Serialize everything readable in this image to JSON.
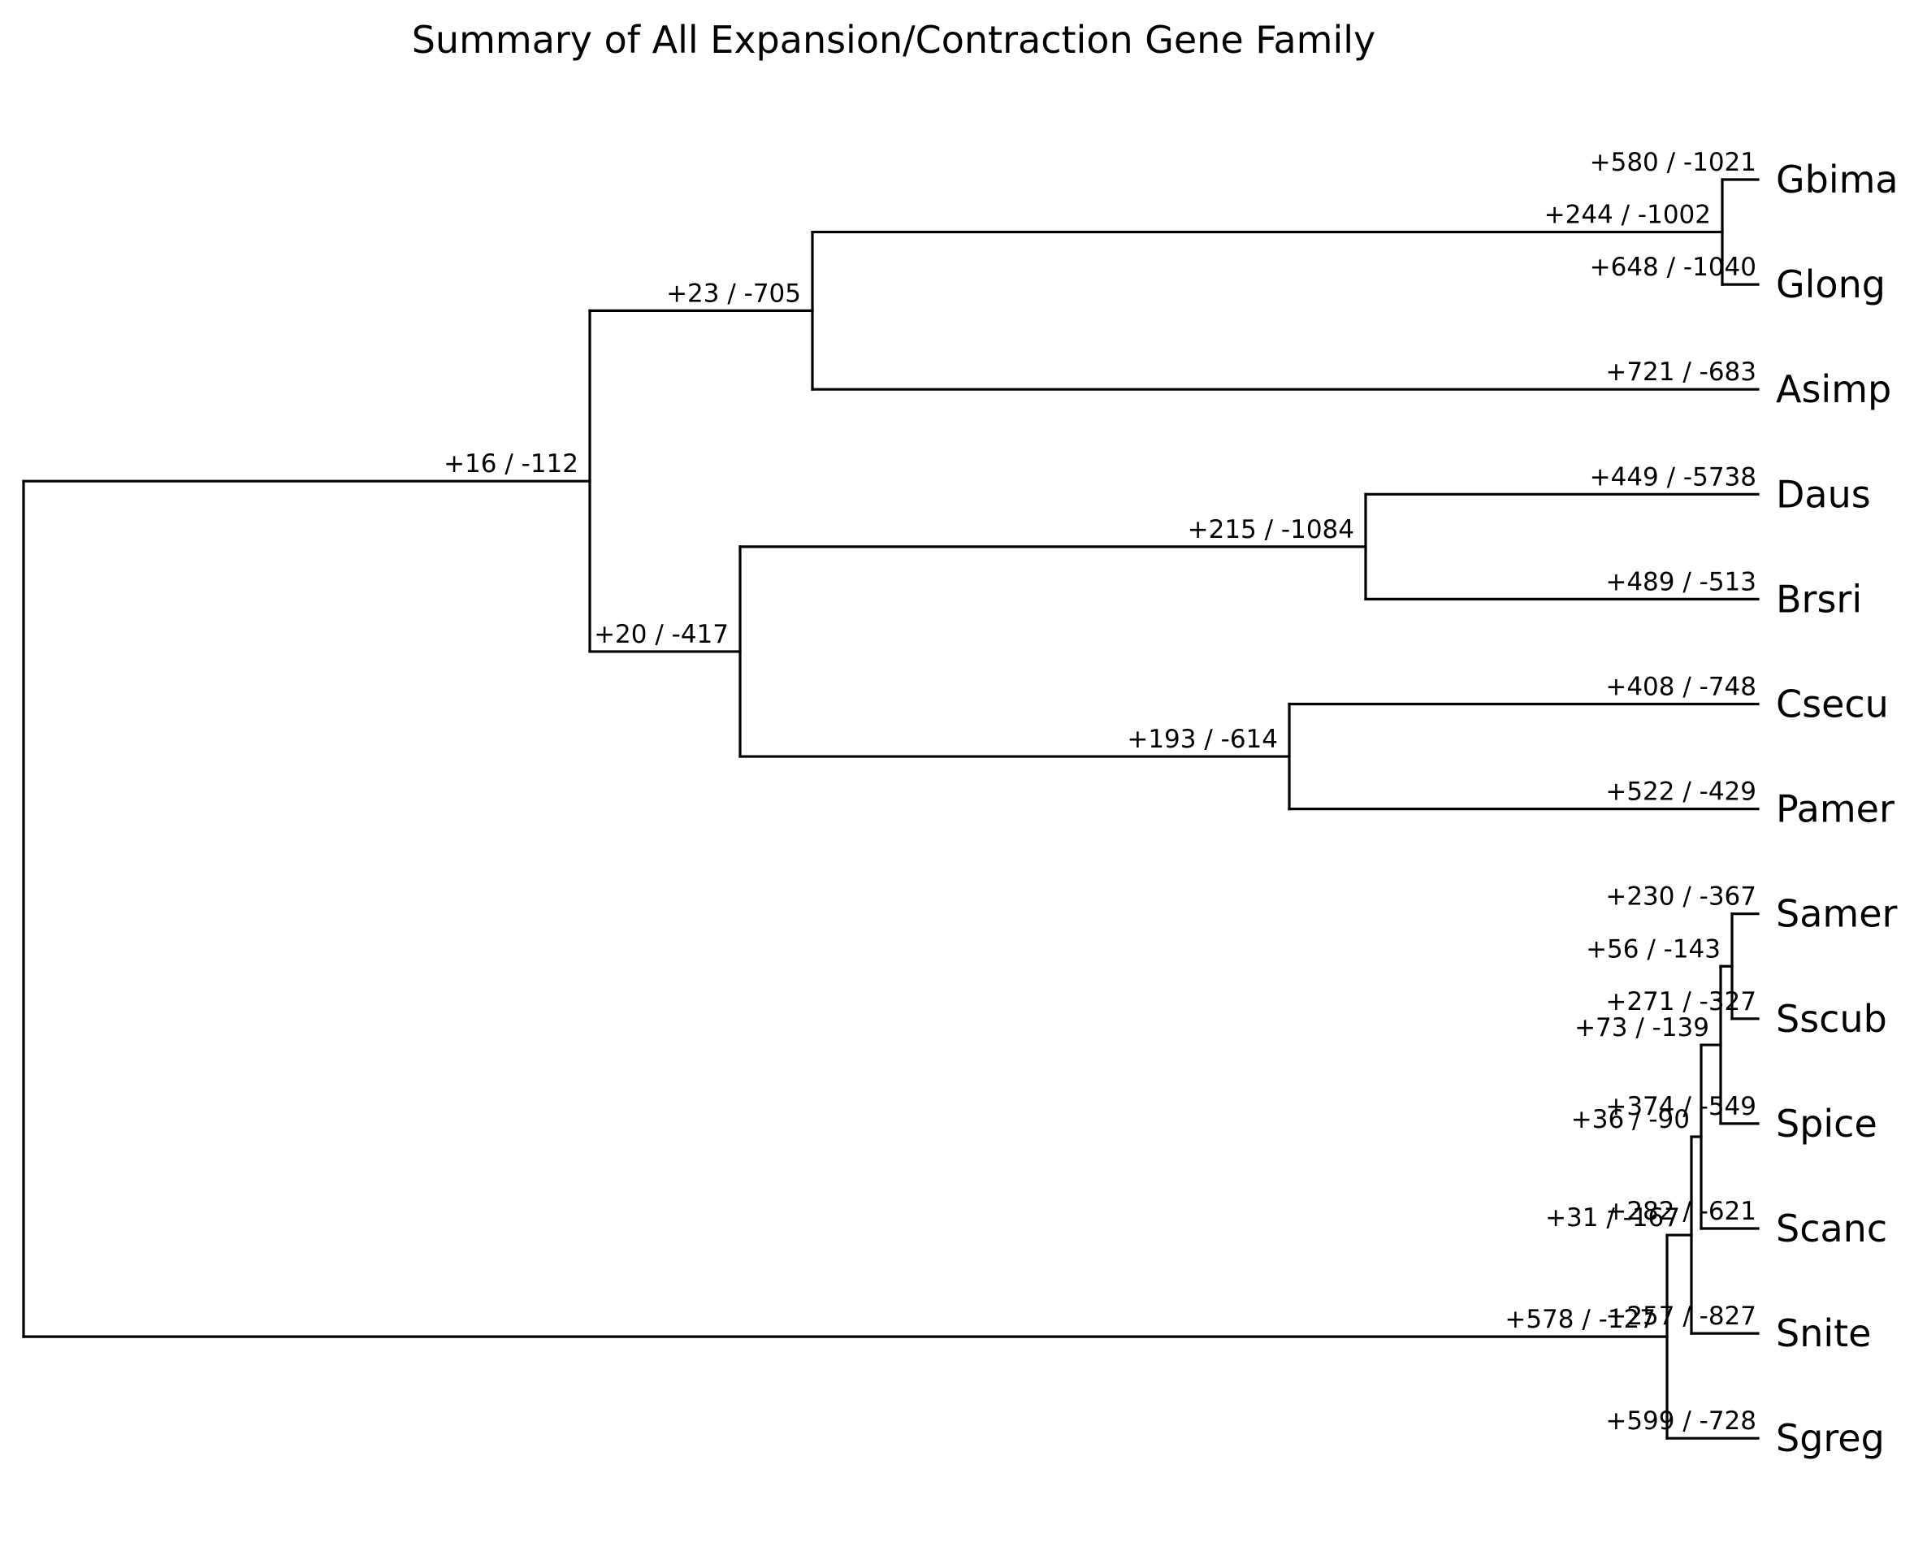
{
  "title": "Summary of All Expansion/Contraction Gene Family",
  "colors": {
    "line": "#000000",
    "text": "#000000",
    "background": "#ffffff"
  },
  "tree": {
    "tips": [
      {
        "id": "gbima",
        "name": "Gbima",
        "label": "+580 / -1021"
      },
      {
        "id": "glong",
        "name": "Glong",
        "label": "+648 / -1040"
      },
      {
        "id": "asimp",
        "name": "Asimp",
        "label": "+721 / -683"
      },
      {
        "id": "daus",
        "name": "Daus",
        "label": "+449 / -5738"
      },
      {
        "id": "brsri",
        "name": "Brsri",
        "label": "+489 / -513"
      },
      {
        "id": "csecu",
        "name": "Csecu",
        "label": "+408 / -748"
      },
      {
        "id": "pamer",
        "name": "Pamer",
        "label": "+522 / -429"
      },
      {
        "id": "samer",
        "name": "Samer",
        "label": "+230 / -367"
      },
      {
        "id": "sscub",
        "name": "Sscub",
        "label": "+271 / -327"
      },
      {
        "id": "spice",
        "name": "Spice",
        "label": "+374 / -549"
      },
      {
        "id": "scanc",
        "name": "Scanc",
        "label": "+282 / -621"
      },
      {
        "id": "snite",
        "name": "Snite",
        "label": "+257 / -827"
      },
      {
        "id": "sgreg",
        "name": "Sgreg",
        "label": "+599 / -728"
      }
    ],
    "internal": [
      {
        "id": "n-gbima-glong",
        "label": "+244 / -1002"
      },
      {
        "id": "n-gbima-asimp",
        "label": "+23 / -705"
      },
      {
        "id": "n-daus-brsri",
        "label": "+215 / -1084"
      },
      {
        "id": "n-csecu-pamer",
        "label": "+193 / -614"
      },
      {
        "id": "n-daus-pamer",
        "label": "+20 / -417"
      },
      {
        "id": "n-gbima-pamer",
        "label": "+16 / -112"
      },
      {
        "id": "n-samer-sscub",
        "label": "+56 / -143"
      },
      {
        "id": "n-samer-spice",
        "label": "+73 / -139"
      },
      {
        "id": "n-samer-scanc",
        "label": "+36 / -90"
      },
      {
        "id": "n-samer-snite",
        "label": "+31 / -167"
      },
      {
        "id": "n-samer-sgreg",
        "label": "+578 / -127"
      }
    ]
  }
}
